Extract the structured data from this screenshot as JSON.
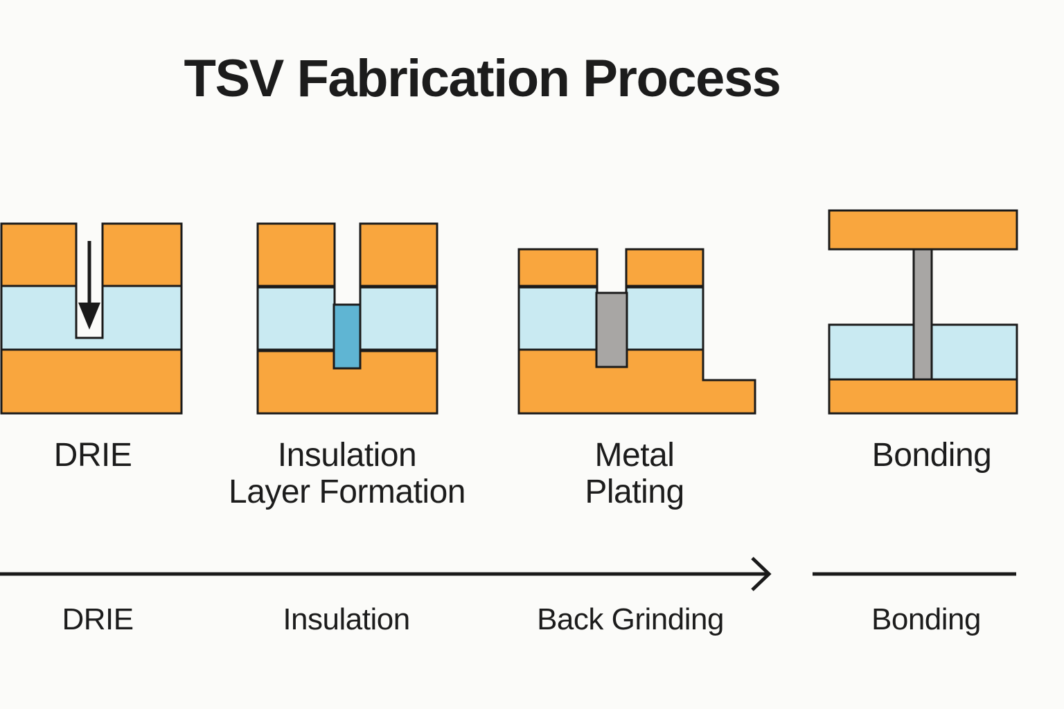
{
  "title": "TSV Fabrication Process",
  "stages": [
    {
      "id": "drie",
      "caption": "DRIE",
      "timeline_label": "DRIE"
    },
    {
      "id": "insulation",
      "caption": "Insulation\nLayer Formation",
      "timeline_label": "Insulation"
    },
    {
      "id": "metal-plating",
      "caption": "Metal\nPlating",
      "timeline_label": "Back Grinding"
    },
    {
      "id": "bonding",
      "caption": "Bonding",
      "timeline_label": "Bonding"
    }
  ],
  "icons": {
    "etch_arrow": "down-arrow",
    "flow_arrow": "right-arrow"
  },
  "palette": {
    "orange": "#F9A63E",
    "lightblue": "#C9EAF2",
    "teal": "#5FB5D3",
    "gray": "#A8A6A4",
    "line": "#1A1A1A",
    "text": "#1C1C1C",
    "bg": "#FBFBF9"
  }
}
